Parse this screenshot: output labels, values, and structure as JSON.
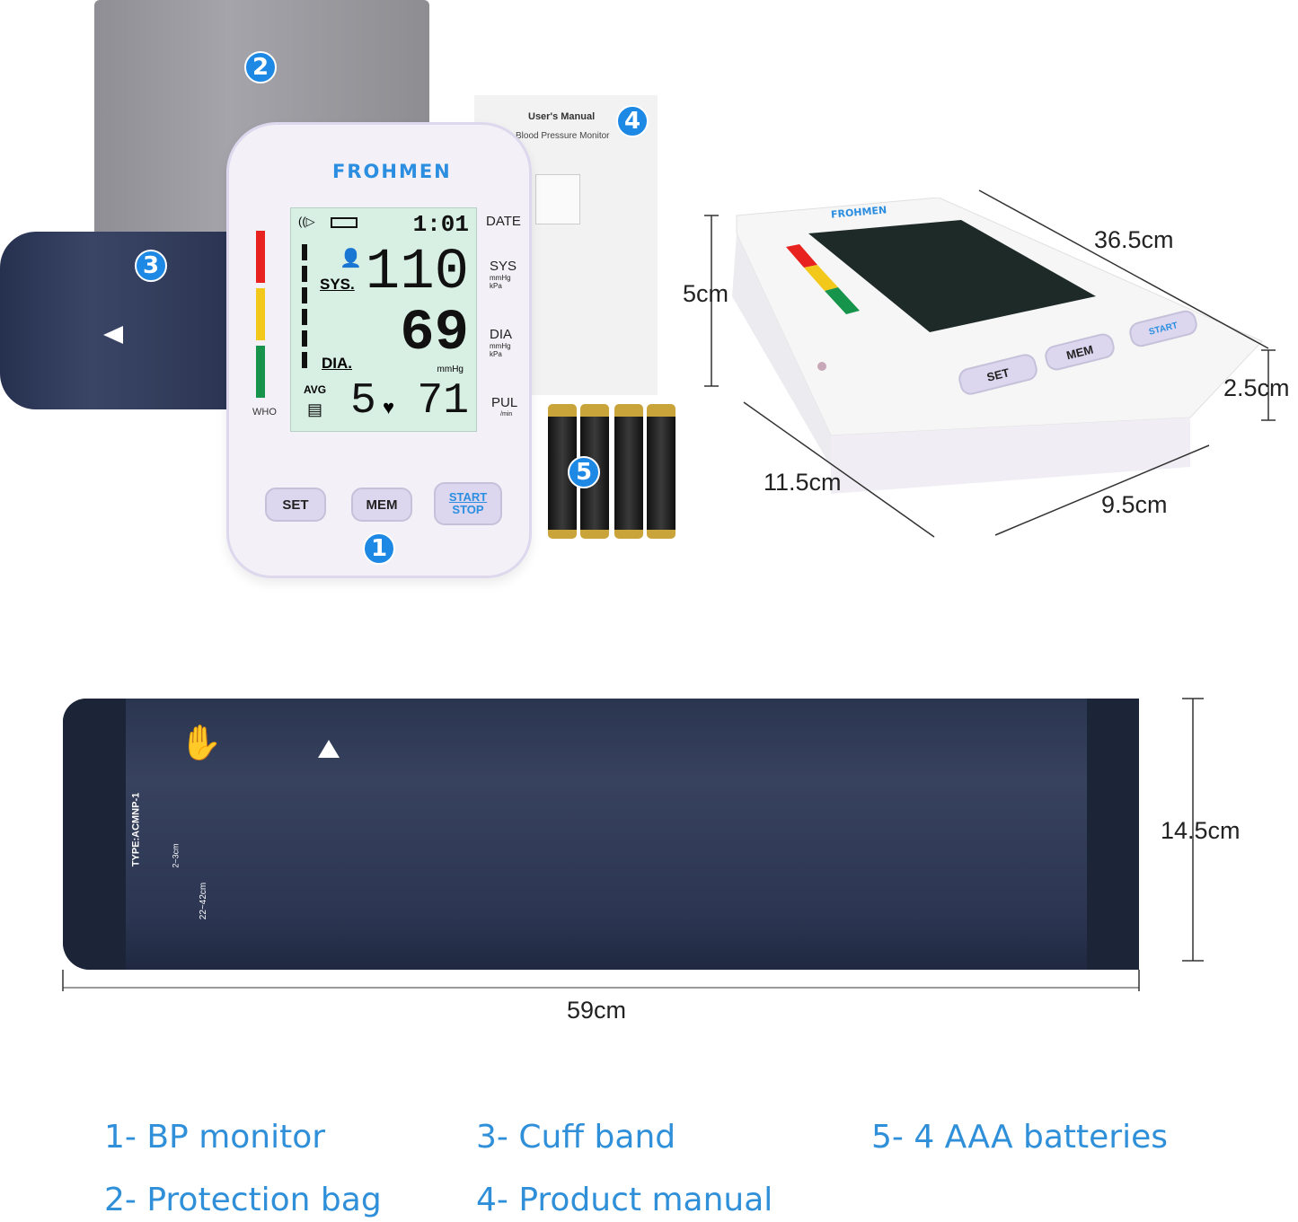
{
  "monitor": {
    "brand": "FROHMEN",
    "time": "1:01",
    "sys_value": "110",
    "dia_value": "69",
    "pulse_value": "71",
    "memory_value": "5",
    "sys_lcd_label": "SYS.",
    "dia_lcd_label": "DIA.",
    "avg_label": "AVG",
    "unit": "mmHg",
    "side_labels": {
      "date": "DATE",
      "sys": "SYS",
      "dia": "DIA",
      "pul": "PUL",
      "unit_mmhg": "mmHg",
      "unit_kpa": "kPa",
      "per_min": "/min"
    },
    "who_label": "WHO",
    "buttons": {
      "set": "SET",
      "mem": "MEM",
      "start": "START",
      "stop": "STOP"
    },
    "who_colors": [
      "#e8231f",
      "#f2c81a",
      "#16944b"
    ]
  },
  "manual": {
    "title": "User's Manual",
    "subtitle": "Blood Pressure Monitor"
  },
  "badges": [
    "1",
    "2",
    "3",
    "4",
    "5"
  ],
  "dimensions": {
    "length": "36.5cm",
    "height": "5cm",
    "front_height": "2.5cm",
    "depth": "11.5cm",
    "width": "9.5cm",
    "cuff_height": "14.5cm",
    "cuff_length": "59cm"
  },
  "cuff": {
    "type": "TYPE:ACMNP-1",
    "range": "22~42cm",
    "offset": "2~3cm"
  },
  "legend": [
    "1- BP monitor",
    "2- Protection bag",
    "3- Cuff band",
    "4- Product manual",
    "5- 4 AAA batteries"
  ]
}
